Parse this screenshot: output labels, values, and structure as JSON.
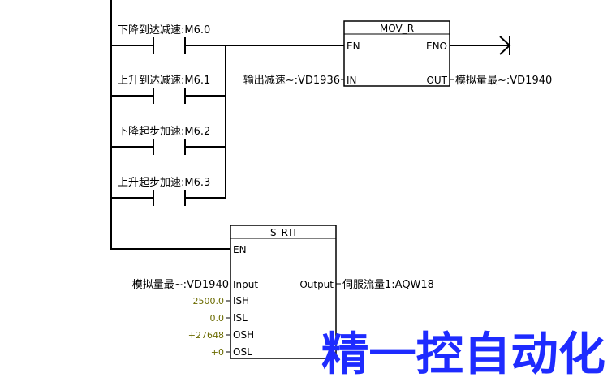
{
  "contacts": [
    {
      "label": "下降到达减速:M6.0"
    },
    {
      "label": "上升到达减速:M6.1"
    },
    {
      "label": "下降起步加速:M6.2"
    },
    {
      "label": "上升起步加速:M6.3"
    }
  ],
  "mov_r": {
    "title": "MOV_R",
    "en": "EN",
    "eno": "ENO",
    "in_pin": "IN",
    "out_pin": "OUT",
    "in_operand": "输出减速~:VD1936",
    "out_operand": "模拟量最~:VD1940"
  },
  "s_rti": {
    "title": "S_RTI",
    "en": "EN",
    "pins": [
      {
        "pin": "Input",
        "operand": "模拟量最~:VD1940",
        "constant": false
      },
      {
        "pin": "ISH",
        "operand": "2500.0",
        "constant": true
      },
      {
        "pin": "ISL",
        "operand": "0.0",
        "constant": true
      },
      {
        "pin": "OSH",
        "operand": "+27648",
        "constant": true
      },
      {
        "pin": "OSL",
        "operand": "+0",
        "constant": true
      }
    ],
    "out_pin": "Output",
    "out_operand": "伺服流量1:AQW18"
  },
  "watermark": "精一控自动化",
  "colors": {
    "wire": "#000000",
    "constant": "#6b6b00",
    "watermark": "#1e2bff"
  }
}
